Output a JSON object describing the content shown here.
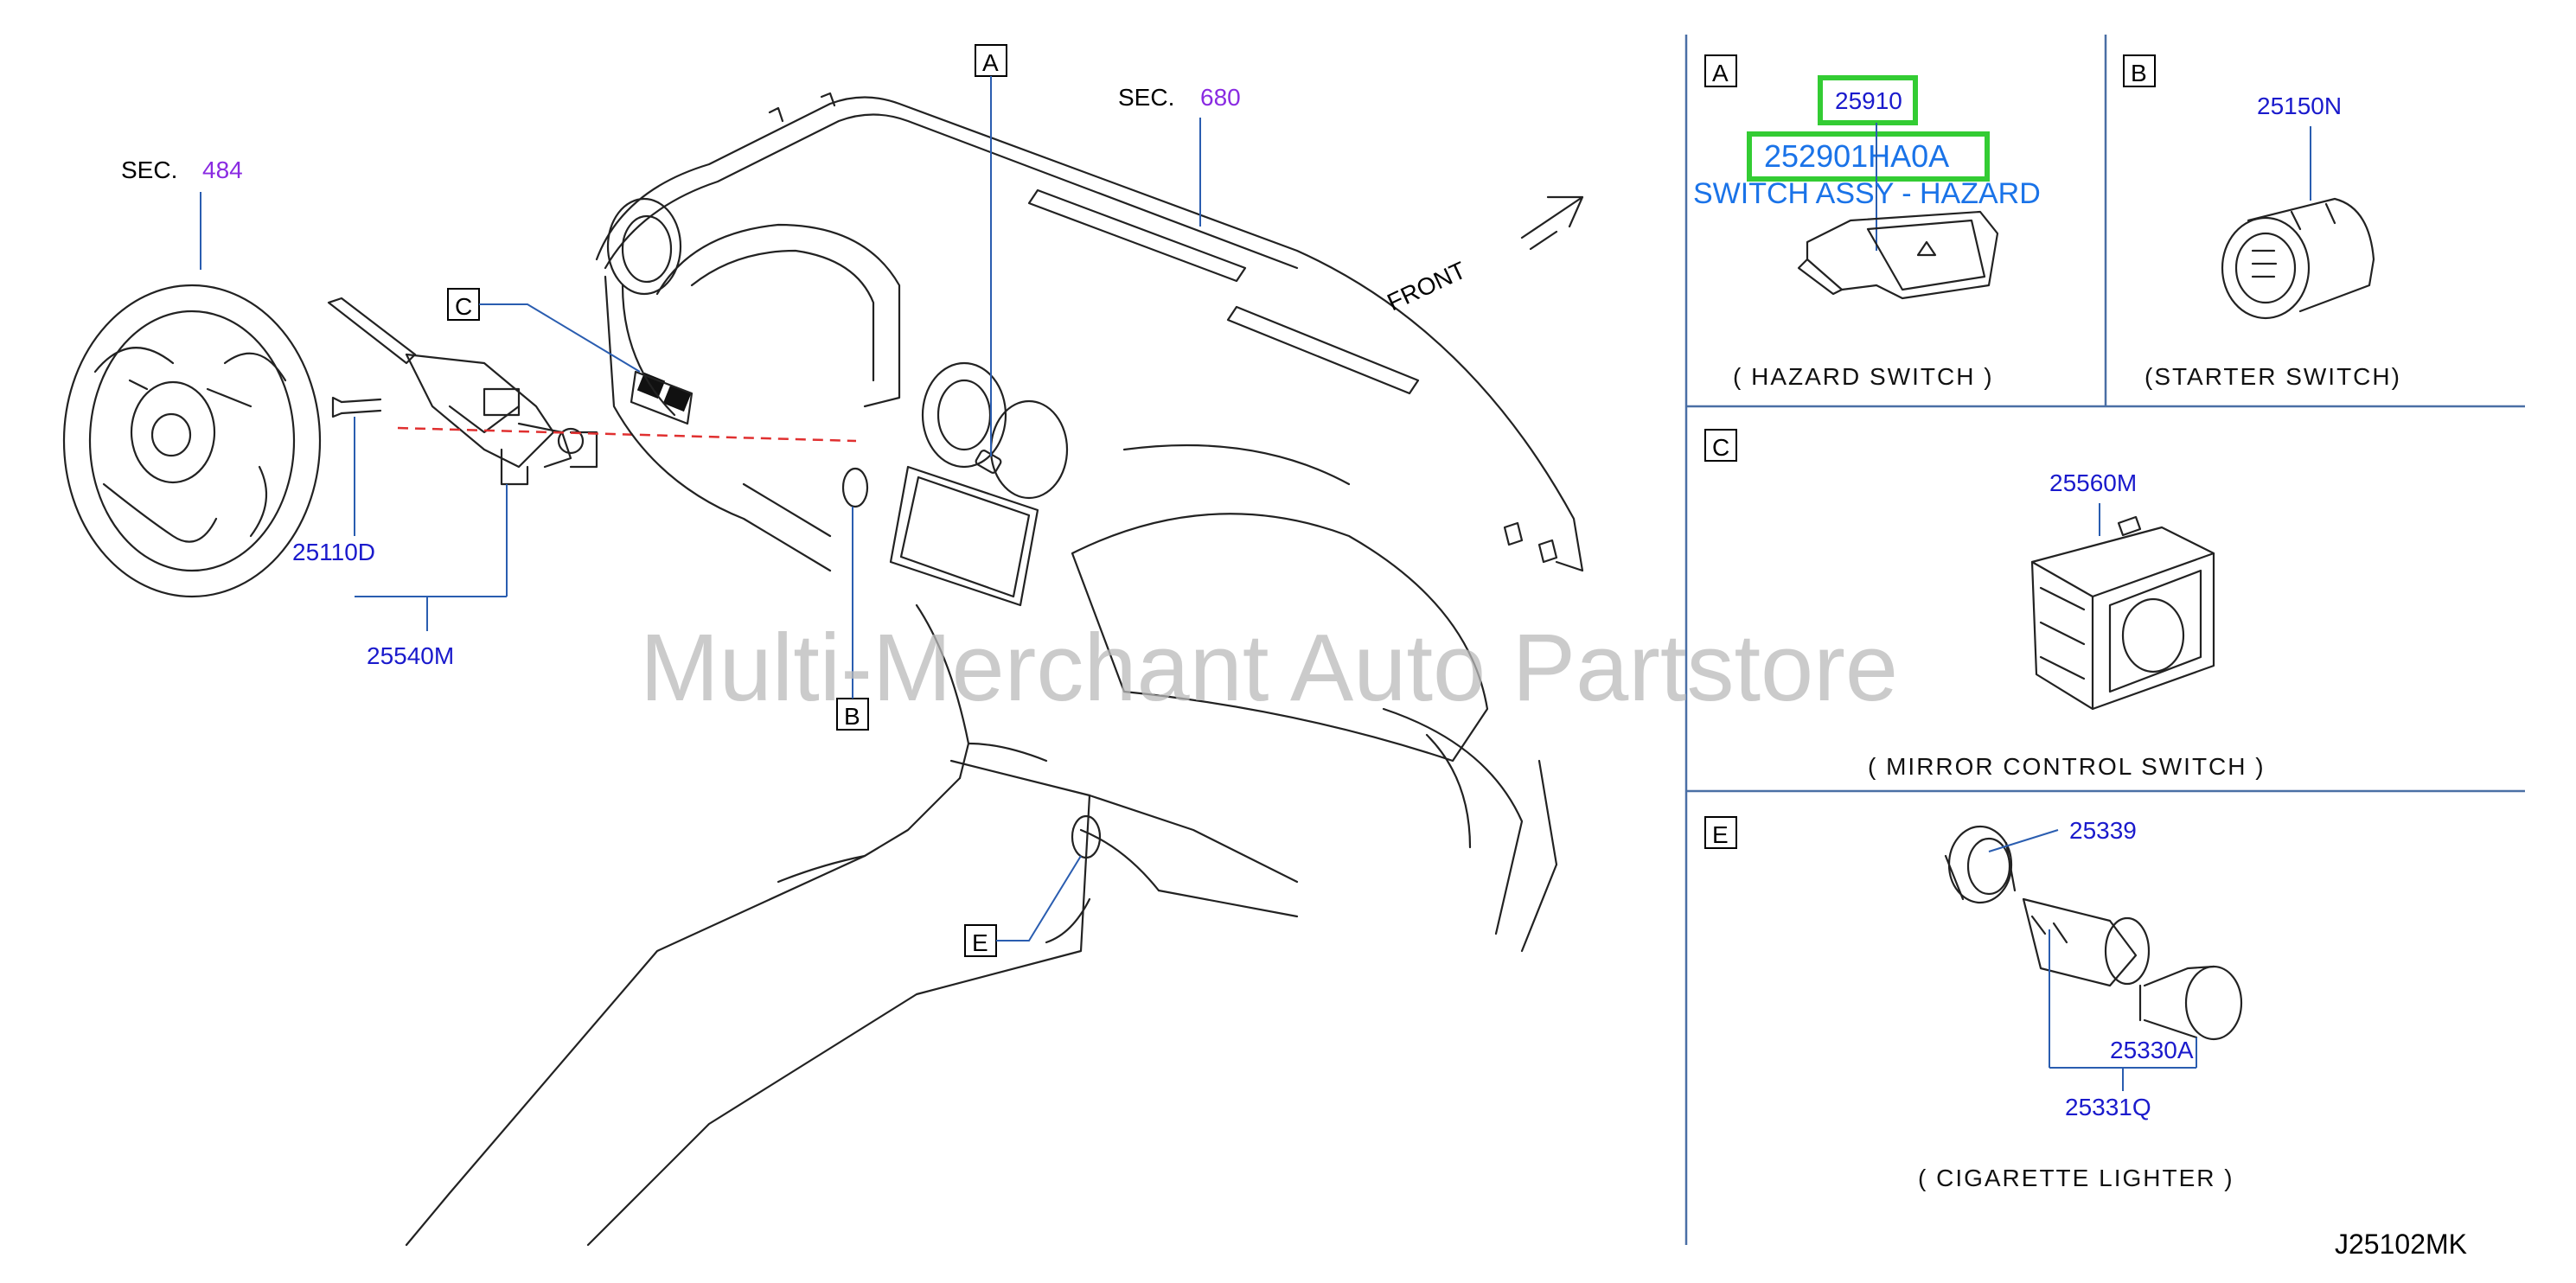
{
  "section_refs": {
    "steering_prefix": "SEC.",
    "steering_num": "484",
    "dash_prefix": "SEC.",
    "dash_num": "680"
  },
  "front_label": "FRONT",
  "callouts": [
    "A",
    "B",
    "C",
    "E"
  ],
  "main_parts": {
    "bolt": "25110D",
    "combination_switch": "25540M"
  },
  "panels": {
    "A": {
      "letter": "A",
      "part_small": "25910",
      "part_highlight": "252901HA0A",
      "description": "SWITCH ASSY - HAZARD",
      "caption": "( HAZARD   SWITCH )"
    },
    "B": {
      "letter": "B",
      "part": "25150N",
      "caption": "(STARTER   SWITCH)"
    },
    "C": {
      "letter": "C",
      "part": "25560M",
      "caption": "( MIRROR   CONTROL   SWITCH )"
    },
    "E": {
      "letter": "E",
      "parts": [
        "25339",
        "25330A",
        "25331Q"
      ],
      "caption": "( CIGARETTE   LIGHTER )"
    }
  },
  "watermark": "Multi-Merchant Auto Partstore",
  "drawing_code": "J25102MK",
  "colors": {
    "part_number": "#1a1acc",
    "section_number": "#8a2be2",
    "highlight_border": "#33cc33",
    "highlight_text": "#1a73e8",
    "leader_line": "#2a5db0",
    "harness_dash": "#e03030"
  }
}
